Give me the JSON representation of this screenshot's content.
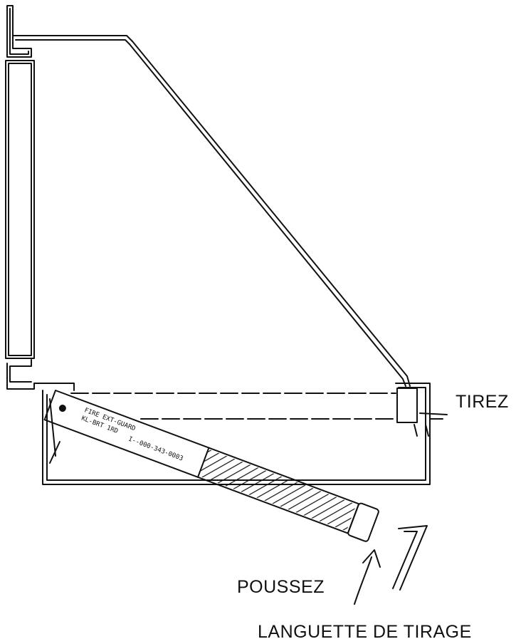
{
  "labels": {
    "pull": "TIREZ",
    "push": "POUSSEZ",
    "pull_tab": "LANGUETTE DE TIRAGE"
  },
  "colors": {
    "ink": "#111111",
    "background": "#ffffff"
  }
}
